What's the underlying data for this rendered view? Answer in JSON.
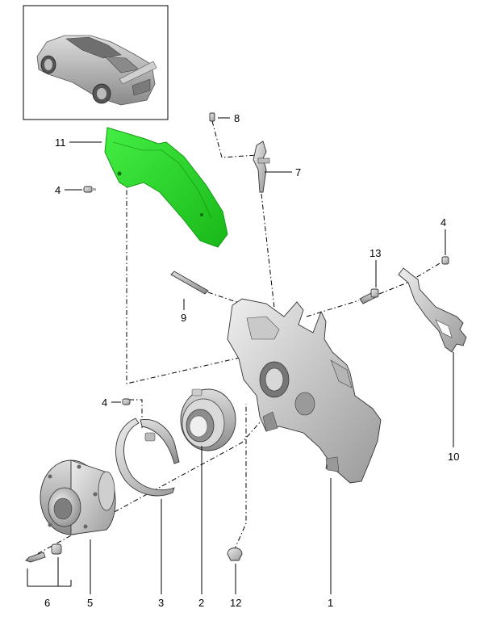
{
  "diagram": {
    "accent_color": "#22dd22",
    "callouts": [
      {
        "id": "callout-11",
        "number": "11"
      },
      {
        "id": "callout-8",
        "number": "8"
      },
      {
        "id": "callout-7",
        "number": "7"
      },
      {
        "id": "callout-4-top",
        "number": "4"
      },
      {
        "id": "callout-4-right",
        "number": "4"
      },
      {
        "id": "callout-13",
        "number": "13"
      },
      {
        "id": "callout-9",
        "number": "9"
      },
      {
        "id": "callout-4-mid",
        "number": "4"
      },
      {
        "id": "callout-10",
        "number": "10"
      },
      {
        "id": "callout-6",
        "number": "6"
      },
      {
        "id": "callout-5",
        "number": "5"
      },
      {
        "id": "callout-3",
        "number": "3"
      },
      {
        "id": "callout-2",
        "number": "2"
      },
      {
        "id": "callout-12",
        "number": "12"
      },
      {
        "id": "callout-1",
        "number": "1"
      }
    ],
    "vehicle_thumbnail": "sports-car-rear-view"
  }
}
